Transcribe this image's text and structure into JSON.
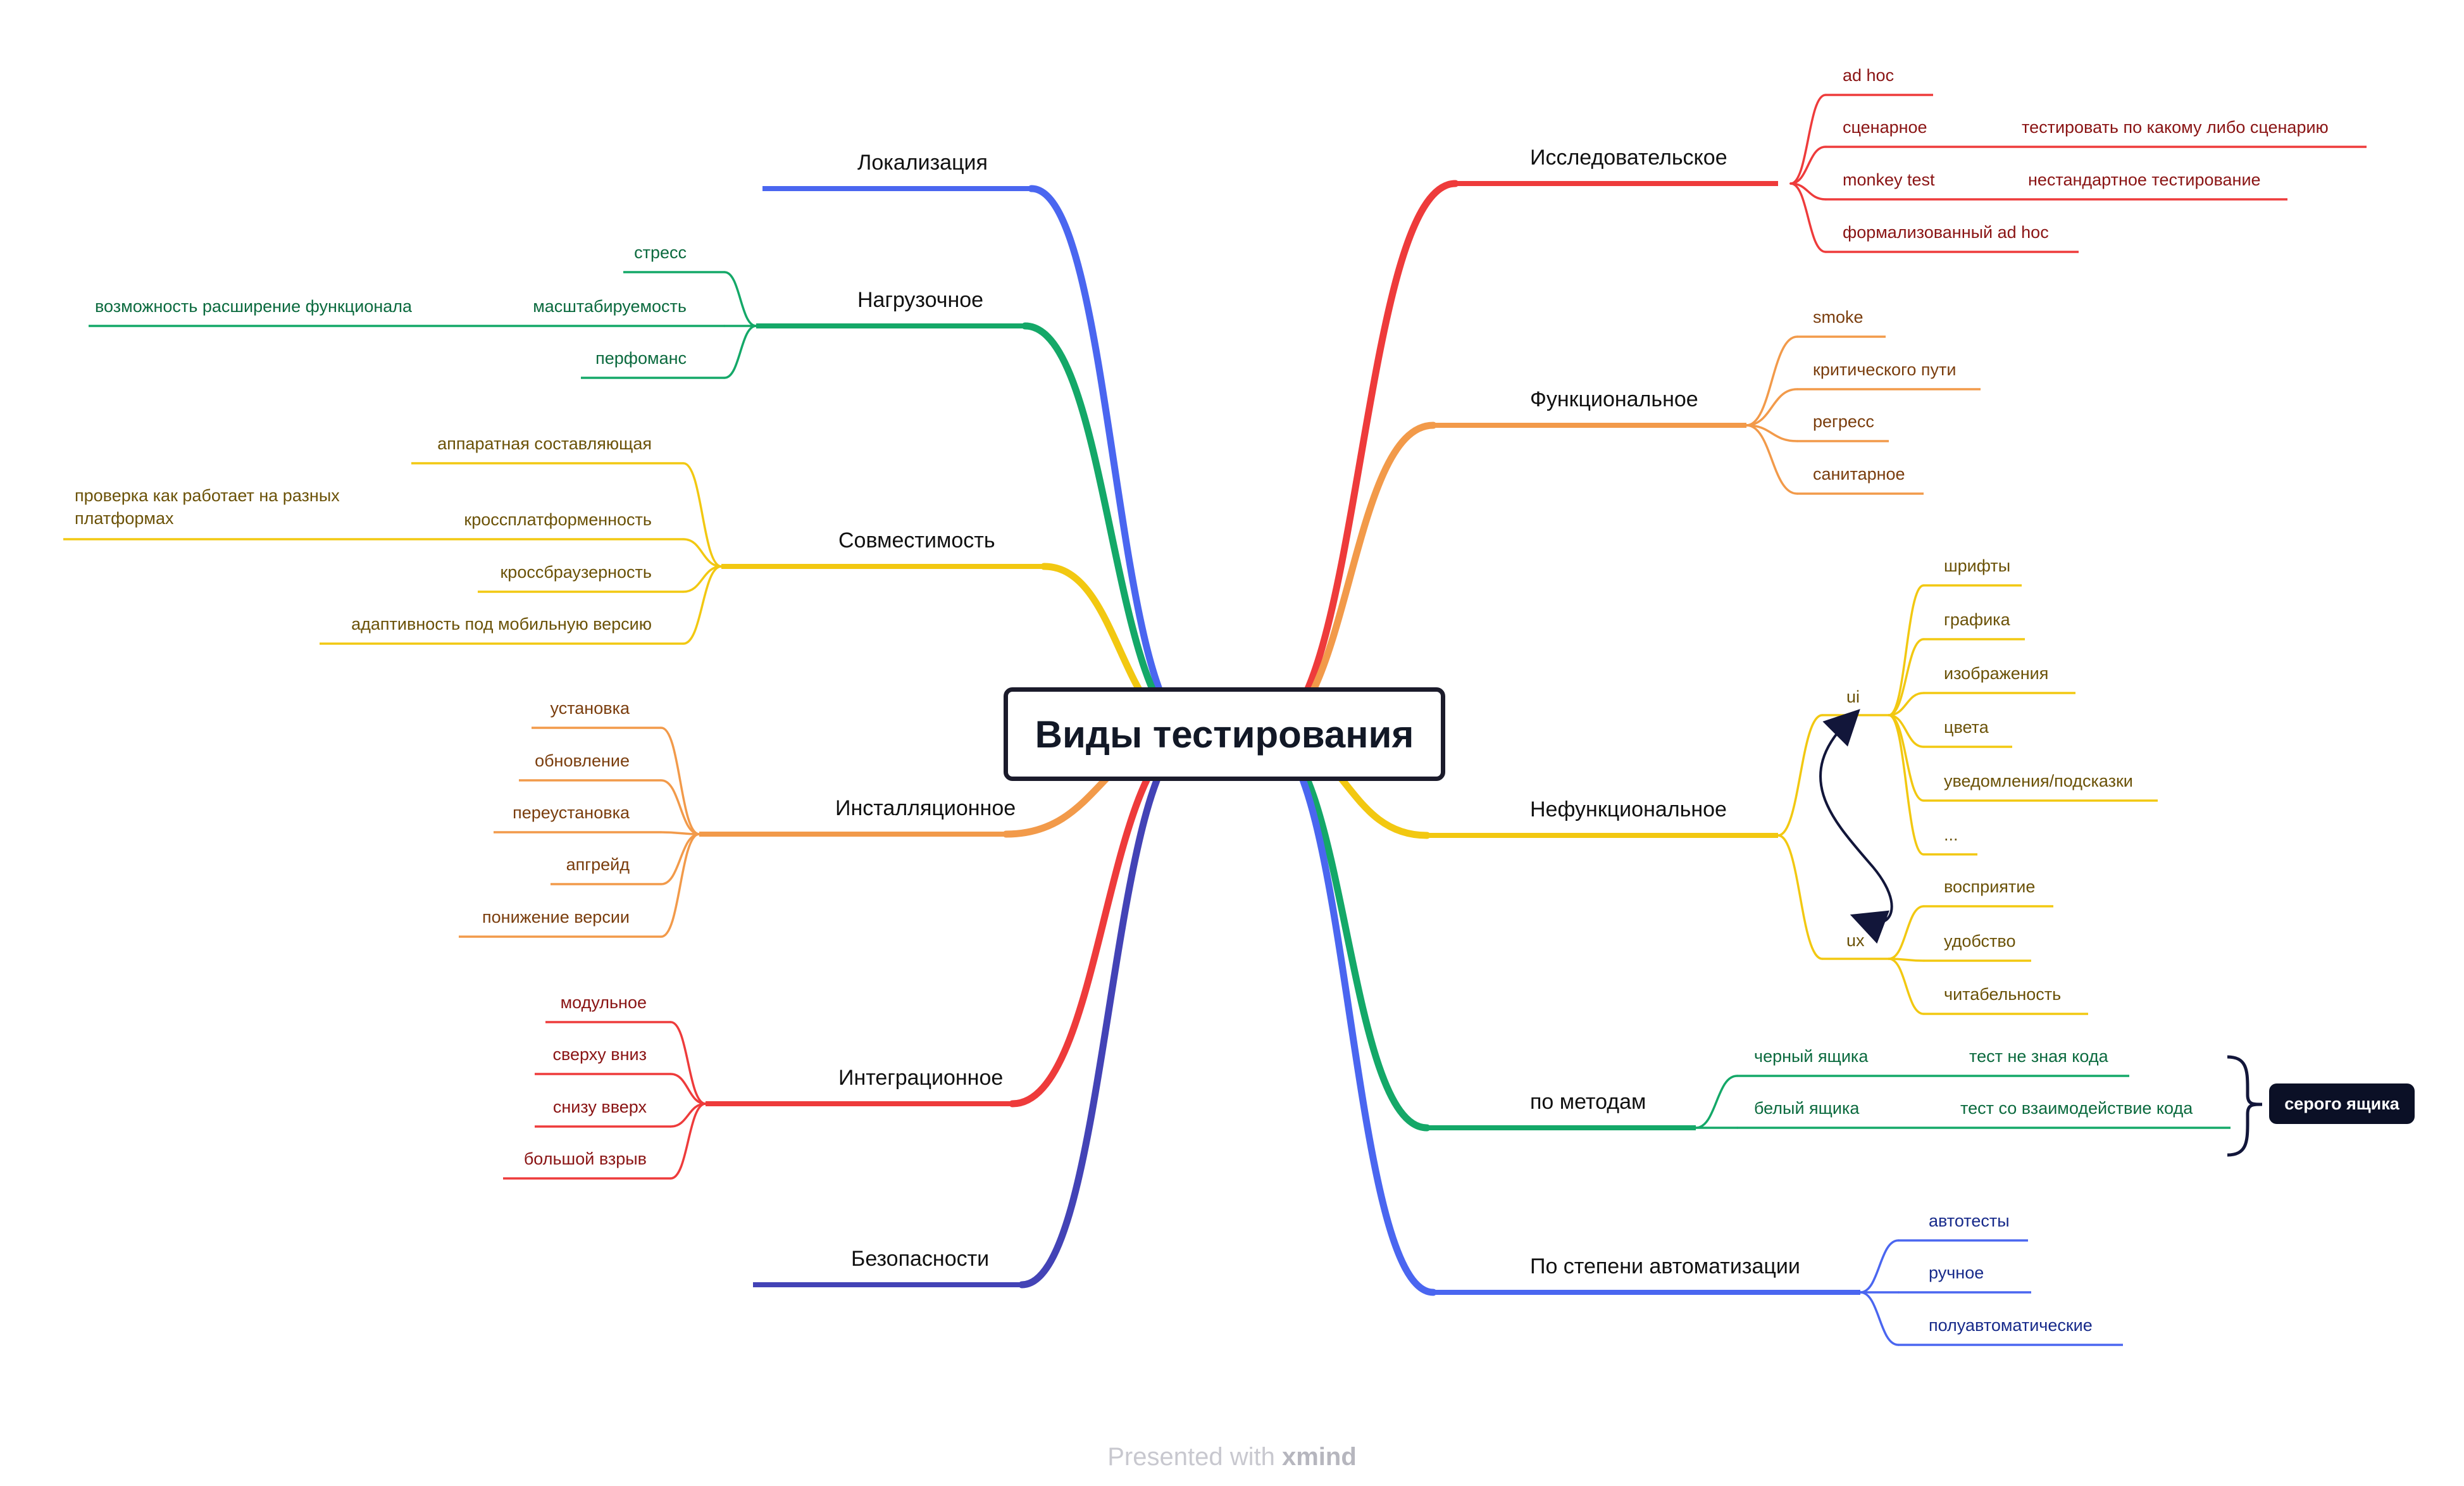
{
  "center": {
    "label": "Виды тестирования"
  },
  "footer": {
    "prefix": "Presented with",
    "brand": "xmind"
  },
  "callout": {
    "label": "серого ящика"
  },
  "colors": {
    "red": "#ee3b3b",
    "orange": "#f29a4a",
    "yellow": "#f2c811",
    "green": "#14a868",
    "blue": "#4a66f0",
    "indigo": "#4343b6",
    "text_red": "#8a1414",
    "text_orange": "#7a3d0d",
    "text_yellow": "#6b5208",
    "text_green": "#0b6a3e",
    "text_blue": "#172a8a",
    "main_text": "#111111"
  },
  "branches": [
    {
      "id": "loc",
      "label": "Локализация",
      "color": "blue",
      "side": "left",
      "children": []
    },
    {
      "id": "load",
      "label": "Нагрузочное",
      "color": "green",
      "side": "left",
      "children": [
        {
          "label": "стресс"
        },
        {
          "label": "масштабируемость",
          "children": [
            {
              "label": "возможность расширение функционала"
            }
          ]
        },
        {
          "label": "перфоманс"
        }
      ]
    },
    {
      "id": "compat",
      "label": "Совместимость",
      "color": "yellow",
      "side": "left",
      "children": [
        {
          "label": "аппаратная составляющая"
        },
        {
          "label": "кроссплатформенность",
          "children": [
            {
              "label": "проверка как работает на разных платформах",
              "lines": [
                "проверка как работает на разных",
                "платформах"
              ]
            }
          ]
        },
        {
          "label": "кроссбраузерность"
        },
        {
          "label": "адаптивность под мобильную версию"
        }
      ]
    },
    {
      "id": "install",
      "label": "Инсталляционное",
      "color": "orange",
      "side": "left",
      "children": [
        {
          "label": "установка"
        },
        {
          "label": "обновление"
        },
        {
          "label": "переустановка"
        },
        {
          "label": "апгрейд"
        },
        {
          "label": "понижение версии"
        }
      ]
    },
    {
      "id": "integr",
      "label": "Интеграционное",
      "color": "red",
      "side": "left",
      "children": [
        {
          "label": "модульное"
        },
        {
          "label": "сверху вниз"
        },
        {
          "label": "снизу вверх"
        },
        {
          "label": "большой взрыв"
        }
      ]
    },
    {
      "id": "sec",
      "label": "Безопасности",
      "color": "indigo",
      "side": "left",
      "children": []
    },
    {
      "id": "explor",
      "label": "Исследовательское",
      "color": "red",
      "side": "right",
      "children": [
        {
          "label": "ad hoc"
        },
        {
          "label": "сценарное",
          "children": [
            {
              "label": "тестировать по какому либо сценарию"
            }
          ]
        },
        {
          "label": "monkey test",
          "children": [
            {
              "label": "нестандартное тестирование"
            }
          ]
        },
        {
          "label": "формализованный ad hoc"
        }
      ]
    },
    {
      "id": "func",
      "label": "Функциональное",
      "color": "orange",
      "side": "right",
      "children": [
        {
          "label": "smoke"
        },
        {
          "label": "критического пути"
        },
        {
          "label": "регресс"
        },
        {
          "label": "санитарное"
        }
      ]
    },
    {
      "id": "nonfunc",
      "label": "Нефункциональное",
      "color": "yellow",
      "side": "right",
      "children": [
        {
          "label": "ui",
          "children": [
            {
              "label": "шрифты"
            },
            {
              "label": "графика"
            },
            {
              "label": "изображения"
            },
            {
              "label": "цвета"
            },
            {
              "label": "уведомления/подсказки"
            },
            {
              "label": "..."
            }
          ]
        },
        {
          "label": "ux",
          "children": [
            {
              "label": "восприятие"
            },
            {
              "label": "удобство"
            },
            {
              "label": "читабельность"
            }
          ]
        }
      ]
    },
    {
      "id": "methods",
      "label": "по методам",
      "color": "green",
      "side": "right",
      "children": [
        {
          "label": "черный ящика",
          "children": [
            {
              "label": "тест не зная кода"
            }
          ]
        },
        {
          "label": "белый ящика",
          "children": [
            {
              "label": "тест со взаимодействие кода"
            }
          ]
        }
      ]
    },
    {
      "id": "auto",
      "label": "По степени автоматизации",
      "color": "blue",
      "side": "right",
      "children": [
        {
          "label": "автотесты"
        },
        {
          "label": "ручное"
        },
        {
          "label": "полуавтоматические"
        }
      ]
    }
  ]
}
